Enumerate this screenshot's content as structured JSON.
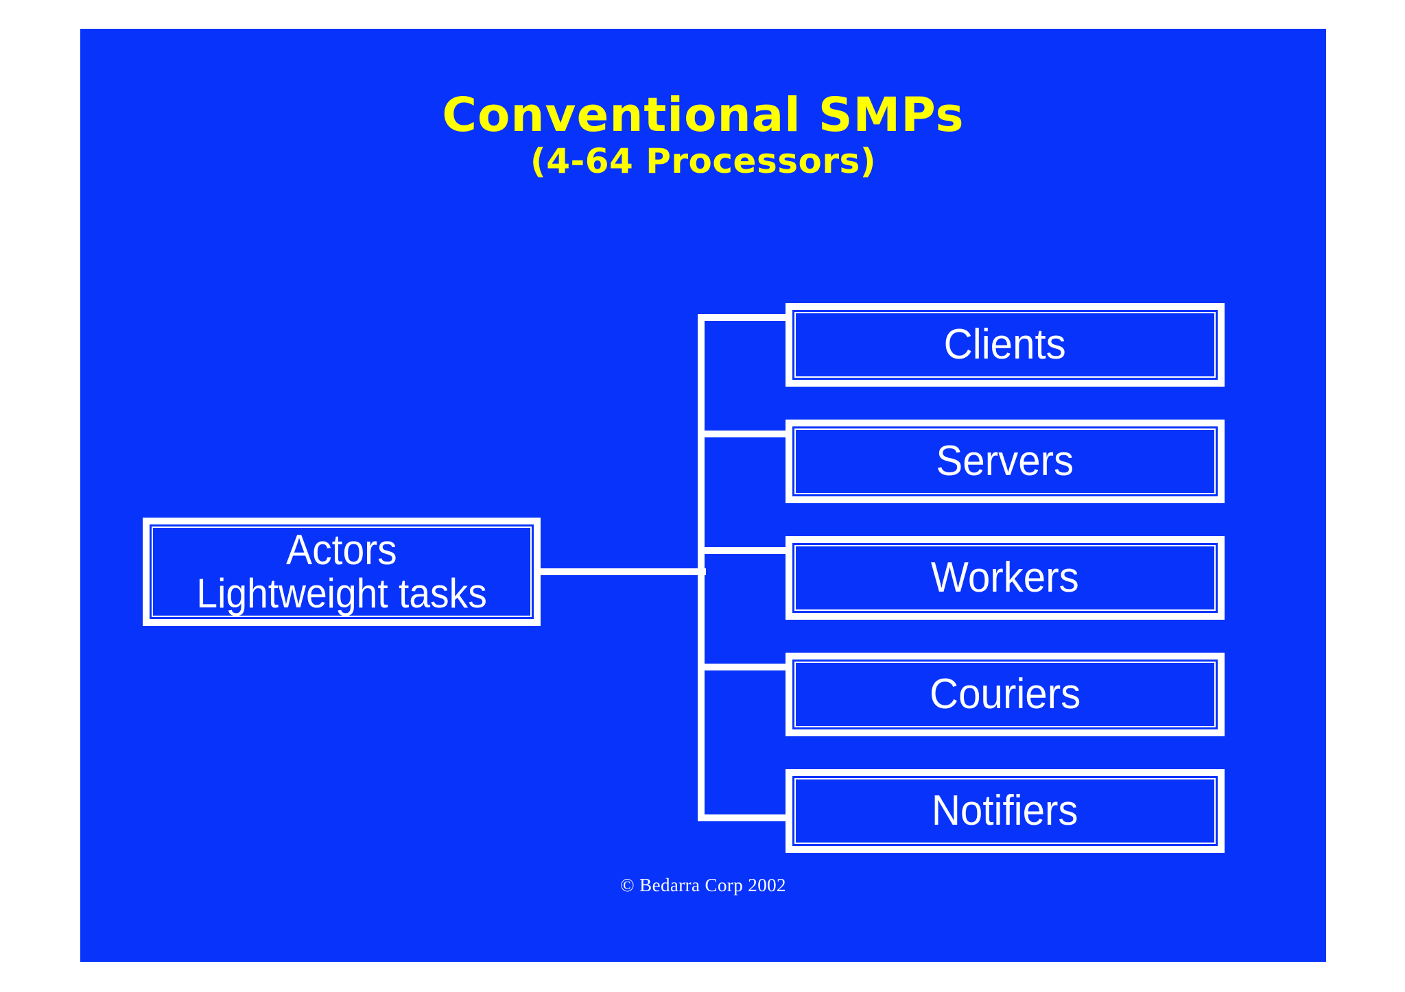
{
  "slide": {
    "background_color": "#0733fb",
    "page_background_color": "#ffffff",
    "title": {
      "main": "Conventional SMPs",
      "subtitle": "(4-64 Processors)",
      "color": "#ffff00"
    },
    "footer": {
      "copyright": "© Bedarra Corp 2002",
      "color": "#ffffff"
    }
  },
  "diagram": {
    "type": "tree",
    "line_color": "#ffffff",
    "box_fill_color": "#0733fb",
    "box_border_color": "#ffffff",
    "root": {
      "title": "Actors",
      "subtitle": "Lightweight tasks"
    },
    "leaves": [
      {
        "label": "Clients"
      },
      {
        "label": "Servers"
      },
      {
        "label": "Workers"
      },
      {
        "label": "Couriers"
      },
      {
        "label": "Notifiers"
      }
    ]
  }
}
